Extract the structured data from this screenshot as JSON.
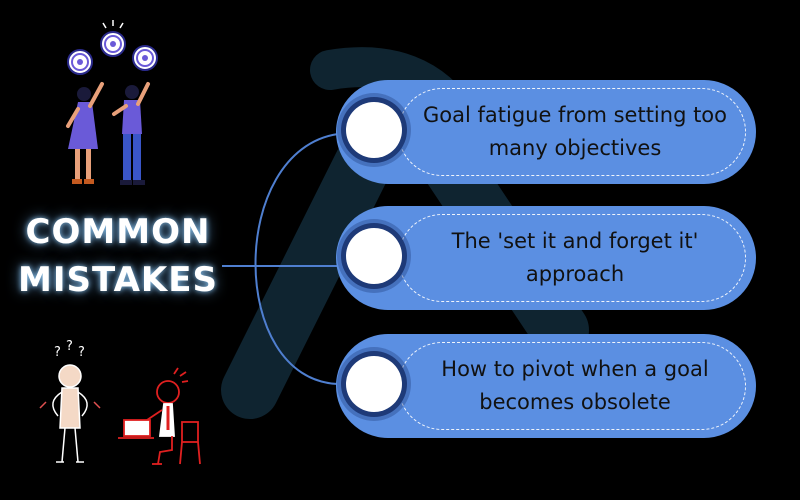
{
  "title": {
    "line1": "COMMON",
    "line2": "MISTAKES"
  },
  "items": [
    {
      "text": "Goal fatigue from setting too many objectives"
    },
    {
      "text": "The 'set it and forget it' approach"
    },
    {
      "text": "How to pivot when a goal becomes obsolete"
    }
  ],
  "colors": {
    "background": "#000000",
    "pill": "#5b8fe2",
    "circle_ring": "#1e3a78",
    "connector": "#4f7fd0",
    "watermark": "#0f2430",
    "title_glow": "#96d2ff"
  },
  "illustrations": {
    "top": "people-with-targets-illustration",
    "bottom": "confused-and-working-people-illustration"
  }
}
